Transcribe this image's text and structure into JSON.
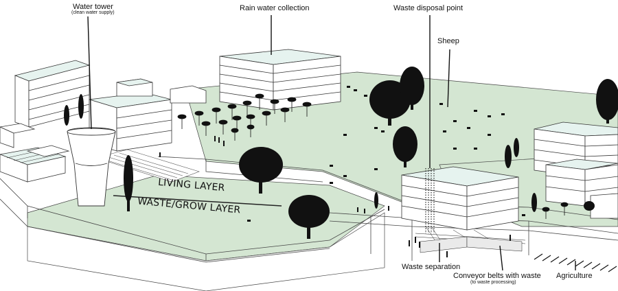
{
  "labels": {
    "water_tower": "Water tower",
    "water_tower_sub": "(clean water supply)",
    "rain_water": "Rain water collection",
    "waste_disposal": "Waste disposal point",
    "sheep": "Sheep",
    "living_layer": "LIVING LAYER",
    "waste_grow_layer": "WASTE/GROW LAYER",
    "waste_separation": "Waste separation",
    "conveyor": "Conveyor belts with waste",
    "conveyor_sub": "(to waste processing)",
    "agriculture": "Agriculture"
  },
  "colors": {
    "grass": "#d4e6d2",
    "roof": "#e6f3ef",
    "line": "#333333",
    "tree": "#111111"
  }
}
